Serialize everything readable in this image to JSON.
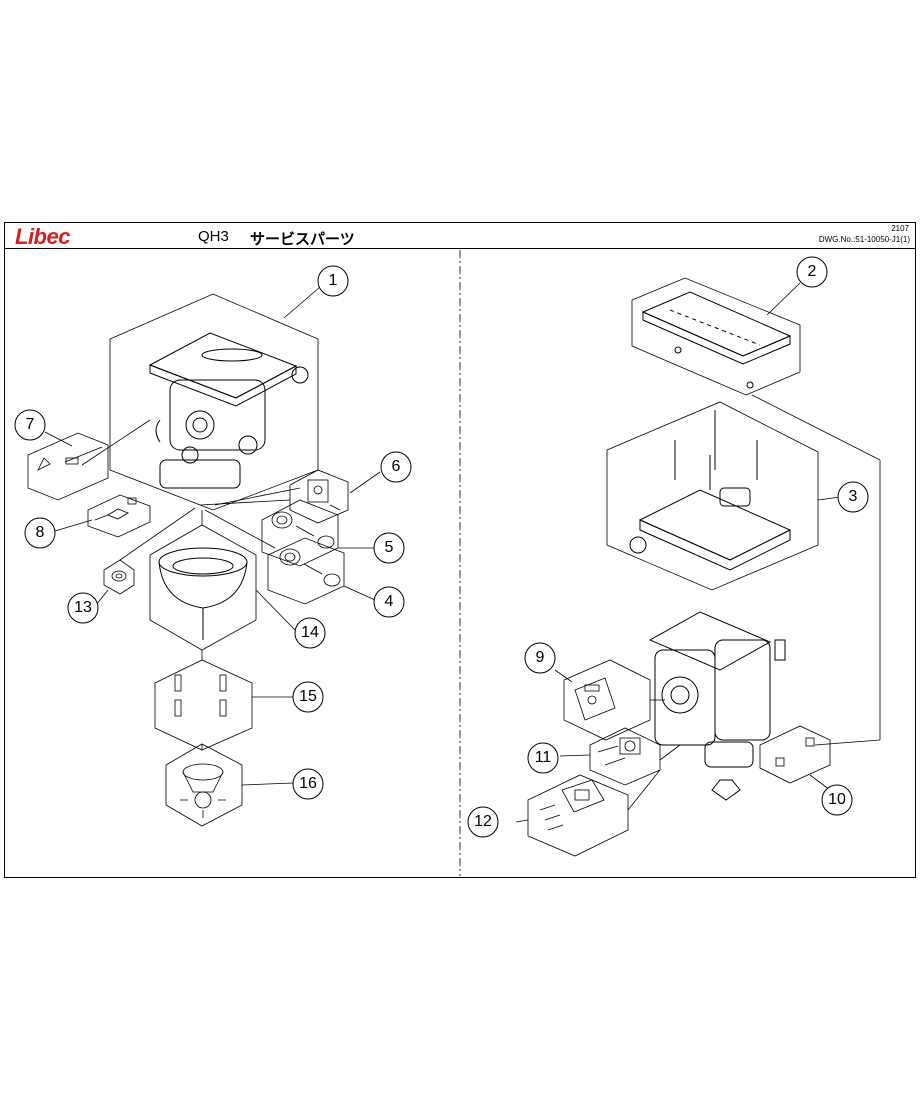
{
  "header": {
    "brand": "Libec",
    "brand_color": "#d81e1e",
    "model": "QH3",
    "title": "サービスパーツ",
    "revision": "2107",
    "drawing_no": "DWG.No.:51-10050-J1(1)"
  },
  "callouts": [
    "1",
    "2",
    "3",
    "4",
    "5",
    "6",
    "7",
    "8",
    "9",
    "10",
    "11",
    "12",
    "13",
    "14",
    "15",
    "16"
  ]
}
